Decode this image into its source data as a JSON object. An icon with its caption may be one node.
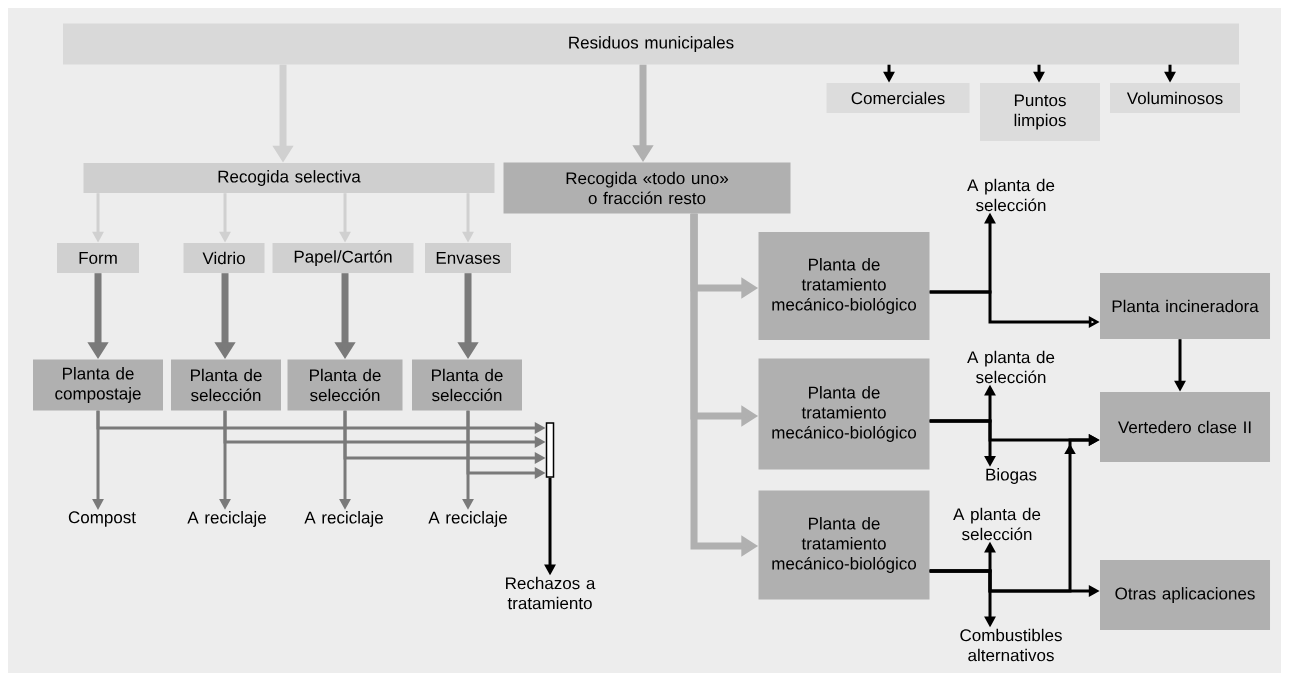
{
  "diagram": {
    "nodes": [
      {
        "text": [
          "Residuos municipales"
        ]
      },
      {
        "text": [
          "Comerciales"
        ]
      },
      {
        "text": [
          "Puntos limpios"
        ]
      },
      {
        "text": [
          "Voluminosos"
        ]
      },
      {
        "text": [
          "Recogida selectiva"
        ]
      },
      {
        "text": [
          "Recogida «todo uno» o fracción resto"
        ]
      },
      {
        "text": [
          "Form"
        ]
      },
      {
        "text": [
          "Vidrio"
        ]
      },
      {
        "text": [
          "Papel/Cartón"
        ]
      },
      {
        "text": [
          "Envases"
        ]
      },
      {
        "text": [
          "Planta de compostaje"
        ]
      },
      {
        "text": [
          "Planta de selección"
        ]
      },
      {
        "text": [
          "Planta de selección"
        ]
      },
      {
        "text": [
          "Planta de selección"
        ]
      },
      {
        "text": [
          "Compost"
        ]
      },
      {
        "text": [
          "A reciclaje"
        ]
      },
      {
        "text": [
          "A reciclaje"
        ]
      },
      {
        "text": [
          "A reciclaje"
        ]
      },
      {
        "text": [],
        "shape": "bar"
      },
      {
        "text": [
          "Rechazos a tratamiento"
        ]
      },
      {
        "text": [
          "A planta de selección"
        ]
      },
      {
        "text": [
          "Planta de tratamiento mecánico-biológico"
        ]
      },
      {
        "text": [
          "Planta incineradora"
        ]
      },
      {
        "text": [
          "A planta de selección"
        ]
      },
      {
        "text": [
          "Planta de tratamiento mecánico-biológico"
        ]
      },
      {
        "text": [
          "Vertedero clase II"
        ]
      },
      {
        "text": [
          "Biogas"
        ]
      },
      {
        "text": [
          "A planta de selección"
        ]
      },
      {
        "text": [
          "Planta de tratamiento mecánico-biológico"
        ]
      },
      {
        "text": [
          "Otras aplicaciones"
        ]
      },
      {
        "text": [
          "Combustibles alternativos"
        ]
      }
    ],
    "edges": [
      {
        "from": 0,
        "to": 4,
        "arrow": "to",
        "style": "thick",
        "color": "#d0d0d0"
      },
      {
        "from": 0,
        "to": 5,
        "arrow": "to",
        "style": "thick",
        "color": "#b0b0b0"
      },
      {
        "from": 0,
        "to": 1,
        "arrow": "to"
      },
      {
        "from": 0,
        "to": 2,
        "arrow": "to"
      },
      {
        "from": 0,
        "to": 3,
        "arrow": "to"
      },
      {
        "from": 4,
        "to": 6,
        "arrow": "to",
        "color": "#d0d0d0"
      },
      {
        "from": 4,
        "to": 7,
        "arrow": "to",
        "color": "#d0d0d0"
      },
      {
        "from": 4,
        "to": 8,
        "arrow": "to",
        "color": "#d0d0d0"
      },
      {
        "from": 4,
        "to": 9,
        "arrow": "to",
        "color": "#d0d0d0"
      },
      {
        "from": 6,
        "to": 10,
        "arrow": "to",
        "style": "thick",
        "color": "#7a7a7a"
      },
      {
        "from": 7,
        "to": 11,
        "arrow": "to",
        "style": "thick",
        "color": "#7a7a7a"
      },
      {
        "from": 8,
        "to": 12,
        "arrow": "to",
        "style": "thick",
        "color": "#7a7a7a"
      },
      {
        "from": 9,
        "to": 13,
        "arrow": "to",
        "style": "thick",
        "color": "#7a7a7a"
      },
      {
        "from": 10,
        "to": 14,
        "arrow": "to",
        "color": "#7a7a7a"
      },
      {
        "from": 11,
        "to": 15,
        "arrow": "to",
        "color": "#7a7a7a"
      },
      {
        "from": 12,
        "to": 16,
        "arrow": "to",
        "color": "#7a7a7a"
      },
      {
        "from": 13,
        "to": 17,
        "arrow": "to",
        "color": "#7a7a7a"
      },
      {
        "from": 10,
        "to": 18,
        "arrow": "to",
        "color": "#7a7a7a"
      },
      {
        "from": 11,
        "to": 18,
        "arrow": "to",
        "color": "#7a7a7a"
      },
      {
        "from": 12,
        "to": 18,
        "arrow": "to",
        "color": "#7a7a7a"
      },
      {
        "from": 13,
        "to": 18,
        "arrow": "to",
        "color": "#7a7a7a"
      },
      {
        "from": 18,
        "to": 19,
        "arrow": "to"
      },
      {
        "from": 5,
        "to": 21,
        "arrow": "to",
        "style": "thick",
        "color": "#b0b0b0"
      },
      {
        "from": 5,
        "to": 24,
        "arrow": "to",
        "style": "thick",
        "color": "#b0b0b0"
      },
      {
        "from": 5,
        "to": 28,
        "arrow": "to",
        "style": "thick",
        "color": "#b0b0b0"
      },
      {
        "from": 21,
        "to": 20,
        "arrow": "to"
      },
      {
        "from": 21,
        "to": 22,
        "arrow": "to"
      },
      {
        "from": 24,
        "to": 23,
        "arrow": "to"
      },
      {
        "from": 24,
        "to": 26,
        "arrow": "to"
      },
      {
        "from": 24,
        "to": 25,
        "arrow": "to"
      },
      {
        "from": 28,
        "to": 27,
        "arrow": "to"
      },
      {
        "from": 28,
        "to": 30,
        "arrow": "to"
      },
      {
        "from": 28,
        "to": 29,
        "arrow": "to"
      },
      {
        "from": 28,
        "to": 25,
        "arrow": "to"
      },
      {
        "from": 22,
        "to": 25,
        "arrow": "to"
      }
    ]
  }
}
